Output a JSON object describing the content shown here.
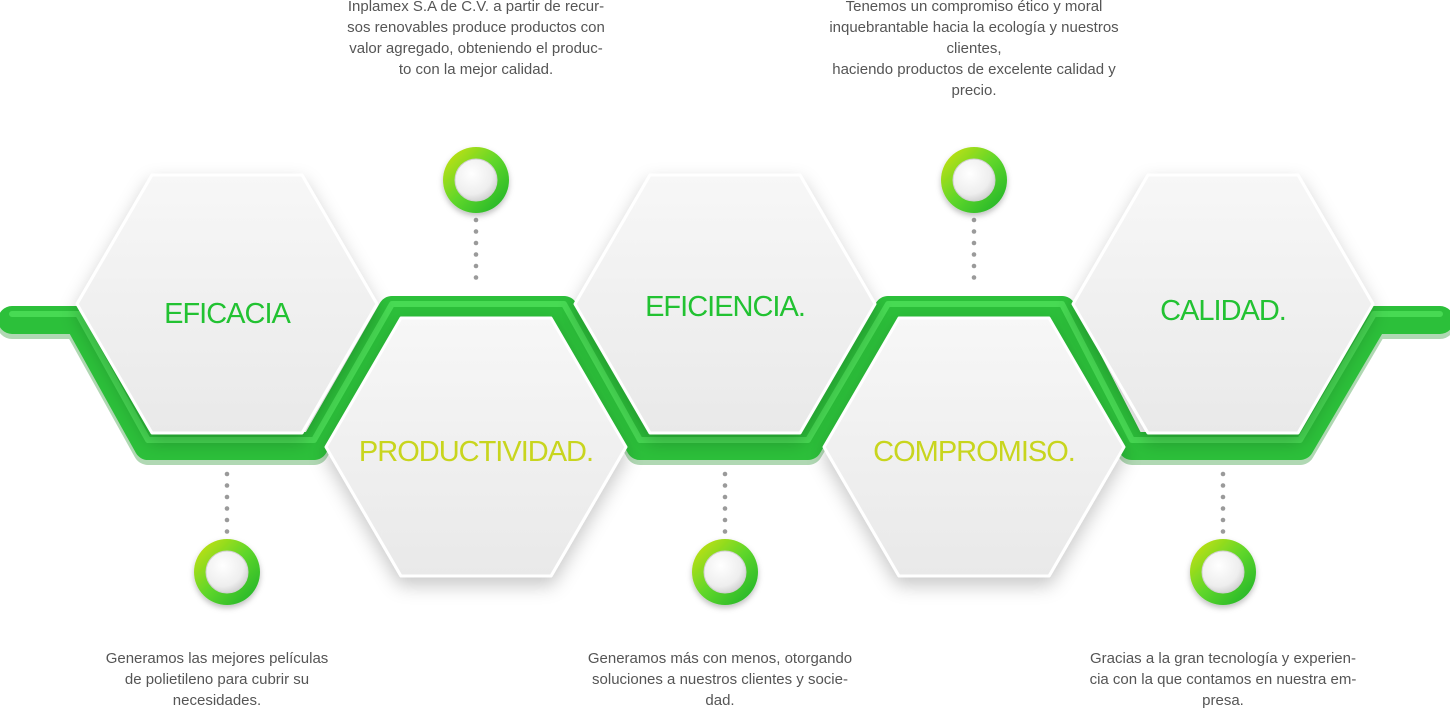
{
  "colors": {
    "green": "#2fc23a",
    "green_dark": "#1fa82a",
    "green_light": "#3fe04c",
    "lime": "#c6d91a",
    "hex_fill": "#f1f1f1",
    "text_gray": "#555555",
    "dot_gray": "#9a9a9a"
  },
  "steps": [
    {
      "label": "EFICACIA",
      "label_color": "#22c232",
      "description": [
        "Generamos las mejores películas",
        "de polietileno para cubrir su",
        "necesidades."
      ]
    },
    {
      "label": "PRODUCTIVIDAD.",
      "label_color": "#c8d51e",
      "description": [
        "Inplamex S.A de C.V. a partir de recur-",
        "sos renovables produce productos con",
        "valor agregado, obteniendo el produc-",
        "to con la mejor calidad."
      ]
    },
    {
      "label": "EFICIENCIA.",
      "label_color": "#22c232",
      "description": [
        "Generamos más con menos, otorgando",
        "soluciones a nuestros clientes y socie-",
        "dad."
      ]
    },
    {
      "label": "COMPROMISO.",
      "label_color": "#c8d51e",
      "description": [
        "Tenemos un compromiso ético y moral",
        "inquebrantable hacia la ecología y nuestros",
        "clientes,",
        "haciendo productos de excelente calidad y",
        "precio."
      ]
    },
    {
      "label": "CALIDAD.",
      "label_color": "#22c232",
      "description": [
        "Gracias a la gran tecnología y experien-",
        "cia con la que contamos en nuestra em-",
        "presa."
      ]
    }
  ]
}
